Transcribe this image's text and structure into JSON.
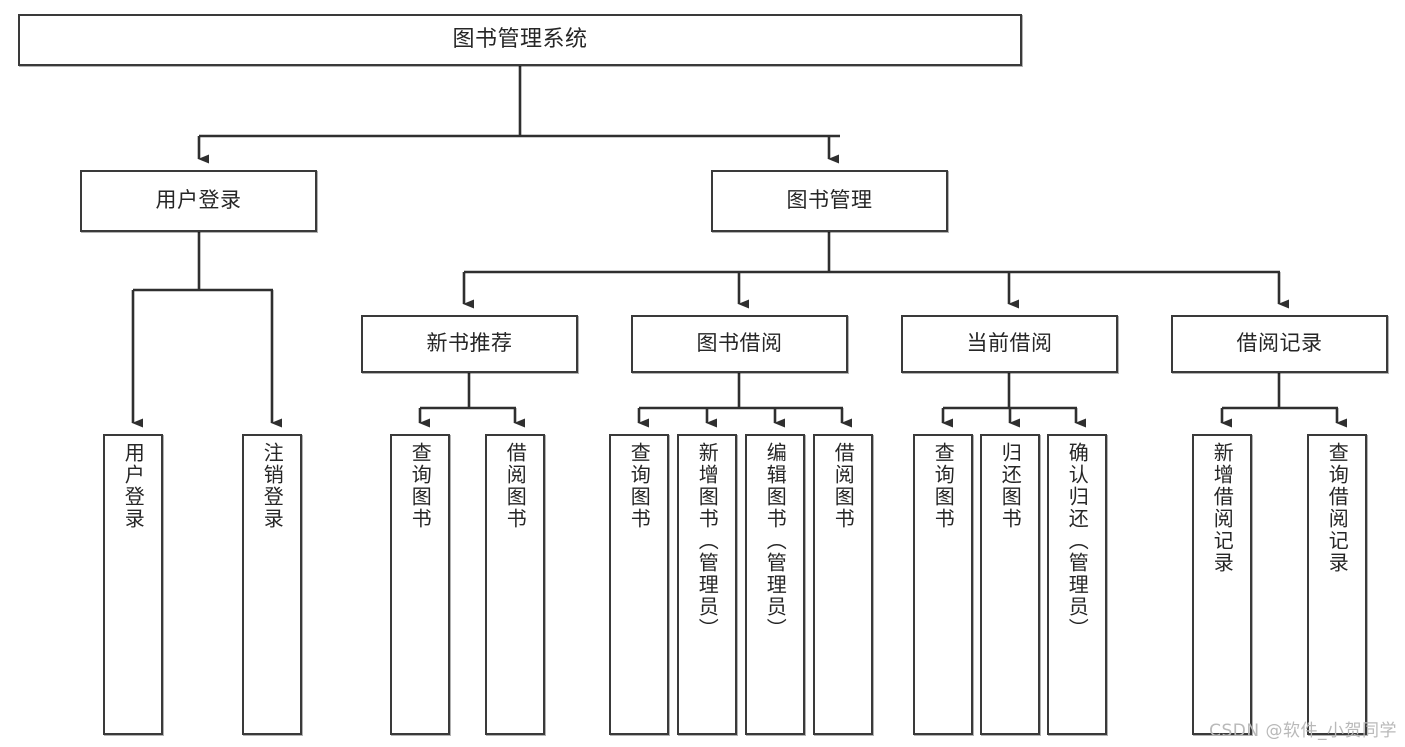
{
  "title": "图书管理系统",
  "watermark": "CSDN @软件_小贺同学",
  "colors": {
    "box_border": "#3a3a3a",
    "box_fill": "#ffffff",
    "connector": "#2f2f2f",
    "text": "#262626",
    "watermark": "#b9b9b9",
    "background": "#ffffff"
  },
  "chart_data": {
    "type": "diagram",
    "diagram_kind": "tree",
    "title": "图书管理系统",
    "orientation": "top-down",
    "levels": 4,
    "node_count": 20,
    "nodes": [
      {
        "id": "root",
        "label": "图书管理系统",
        "level": 0,
        "parent": null
      },
      {
        "id": "login",
        "label": "用户登录",
        "level": 1,
        "parent": "root"
      },
      {
        "id": "bookmgmt",
        "label": "图书管理",
        "level": 1,
        "parent": "root"
      },
      {
        "id": "login-user",
        "label": "用户登录",
        "level": 2,
        "parent": "login"
      },
      {
        "id": "login-logout",
        "label": "注销登录",
        "level": 2,
        "parent": "login"
      },
      {
        "id": "newbook",
        "label": "新书推荐",
        "level": 2,
        "parent": "bookmgmt"
      },
      {
        "id": "borrow",
        "label": "图书借阅",
        "level": 2,
        "parent": "bookmgmt"
      },
      {
        "id": "current",
        "label": "当前借阅",
        "level": 2,
        "parent": "bookmgmt"
      },
      {
        "id": "records",
        "label": "借阅记录",
        "level": 2,
        "parent": "bookmgmt"
      },
      {
        "id": "newbook-query",
        "label": "查询图书",
        "level": 3,
        "parent": "newbook"
      },
      {
        "id": "newbook-borrow",
        "label": "借阅图书",
        "level": 3,
        "parent": "newbook"
      },
      {
        "id": "borrow-query",
        "label": "查询图书",
        "level": 3,
        "parent": "borrow"
      },
      {
        "id": "borrow-add",
        "label": "新增图书（管理员）",
        "level": 3,
        "parent": "borrow"
      },
      {
        "id": "borrow-edit",
        "label": "编辑图书（管理员）",
        "level": 3,
        "parent": "borrow"
      },
      {
        "id": "borrow-lend",
        "label": "借阅图书",
        "level": 3,
        "parent": "borrow"
      },
      {
        "id": "current-query",
        "label": "查询图书",
        "level": 3,
        "parent": "current"
      },
      {
        "id": "current-return",
        "label": "归还图书",
        "level": 3,
        "parent": "current"
      },
      {
        "id": "current-confirm",
        "label": "确认归还（管理员）",
        "level": 3,
        "parent": "current"
      },
      {
        "id": "records-add",
        "label": "新增借阅记录",
        "level": 3,
        "parent": "records"
      },
      {
        "id": "records-query",
        "label": "查询借阅记录",
        "level": 3,
        "parent": "records"
      }
    ],
    "edges": [
      {
        "from": "root",
        "to": "login"
      },
      {
        "from": "root",
        "to": "bookmgmt"
      },
      {
        "from": "login",
        "to": "login-user"
      },
      {
        "from": "login",
        "to": "login-logout"
      },
      {
        "from": "bookmgmt",
        "to": "newbook"
      },
      {
        "from": "bookmgmt",
        "to": "borrow"
      },
      {
        "from": "bookmgmt",
        "to": "current"
      },
      {
        "from": "bookmgmt",
        "to": "records"
      },
      {
        "from": "newbook",
        "to": "newbook-query"
      },
      {
        "from": "newbook",
        "to": "newbook-borrow"
      },
      {
        "from": "borrow",
        "to": "borrow-query"
      },
      {
        "from": "borrow",
        "to": "borrow-add"
      },
      {
        "from": "borrow",
        "to": "borrow-edit"
      },
      {
        "from": "borrow",
        "to": "borrow-lend"
      },
      {
        "from": "current",
        "to": "current-query"
      },
      {
        "from": "current",
        "to": "current-return"
      },
      {
        "from": "current",
        "to": "current-confirm"
      },
      {
        "from": "records",
        "to": "records-add"
      },
      {
        "from": "records",
        "to": "records-query"
      }
    ]
  },
  "nodes": {
    "root": "图书管理系统",
    "login": "用户登录",
    "bookmgmt": "图书管理",
    "login_user": "用户登录",
    "login_logout": "注销登录",
    "newbook": "新书推荐",
    "borrow": "图书借阅",
    "current": "当前借阅",
    "records": "借阅记录",
    "newbook_query": "查询图书",
    "newbook_borrow": "借阅图书",
    "borrow_query": "查询图书",
    "borrow_add": "新增图书（管理员）",
    "borrow_edit": "编辑图书（管理员）",
    "borrow_lend": "借阅图书",
    "current_query": "查询图书",
    "current_return": "归还图书",
    "current_confirm": "确认归还（管理员）",
    "records_add": "新增借阅记录",
    "records_query": "查询借阅记录"
  }
}
